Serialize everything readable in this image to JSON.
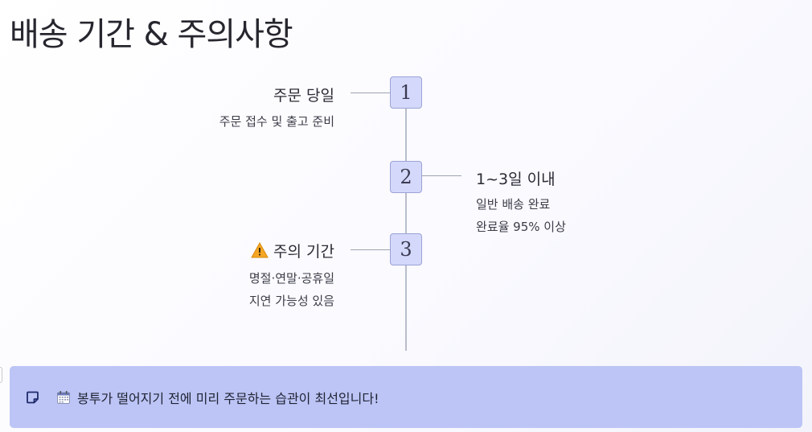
{
  "page": {
    "title": "배송 기간 & 주의사항"
  },
  "timeline": {
    "steps": [
      {
        "number": "1",
        "title": "주문 당일",
        "lines": [
          "주문 접수 및 출고 준비"
        ]
      },
      {
        "number": "2",
        "title": "1~3일 이내",
        "lines": [
          "일반 배송 완료",
          "완료율 95% 이상"
        ]
      },
      {
        "number": "3",
        "title": "주의 기간",
        "icon": "warning-icon",
        "lines": [
          "명절·연말·공휴일",
          "지연 가능성 있음"
        ]
      }
    ]
  },
  "note": {
    "icon": "sticky-note-icon",
    "emoji_icon": "calendar-icon",
    "text": "봉투가 떨어지기 전에 미리 주문하는 습관이 최선입니다!"
  },
  "colors": {
    "node_fill": "#d4d8fa",
    "node_border": "#9ca2d6",
    "note_bg": "#bcc5f5",
    "warning": "#f5a623"
  }
}
